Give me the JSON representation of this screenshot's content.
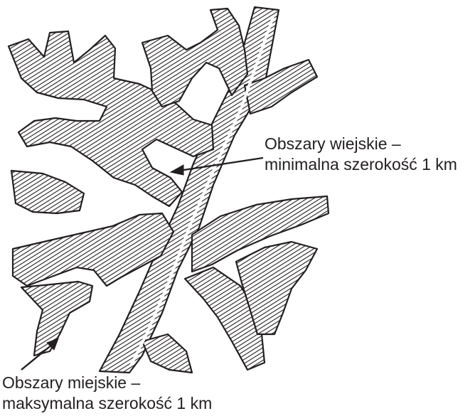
{
  "labels": {
    "rural": {
      "line1": "Obszary wiejskie –",
      "line2": "minimalna szerokość 1 km"
    },
    "urban": {
      "line1": "Obszary miejskie –",
      "line2": "maksymalna szerokość 1 km"
    }
  },
  "colors": {
    "ink": "#231f20",
    "background": "#ffffff"
  }
}
